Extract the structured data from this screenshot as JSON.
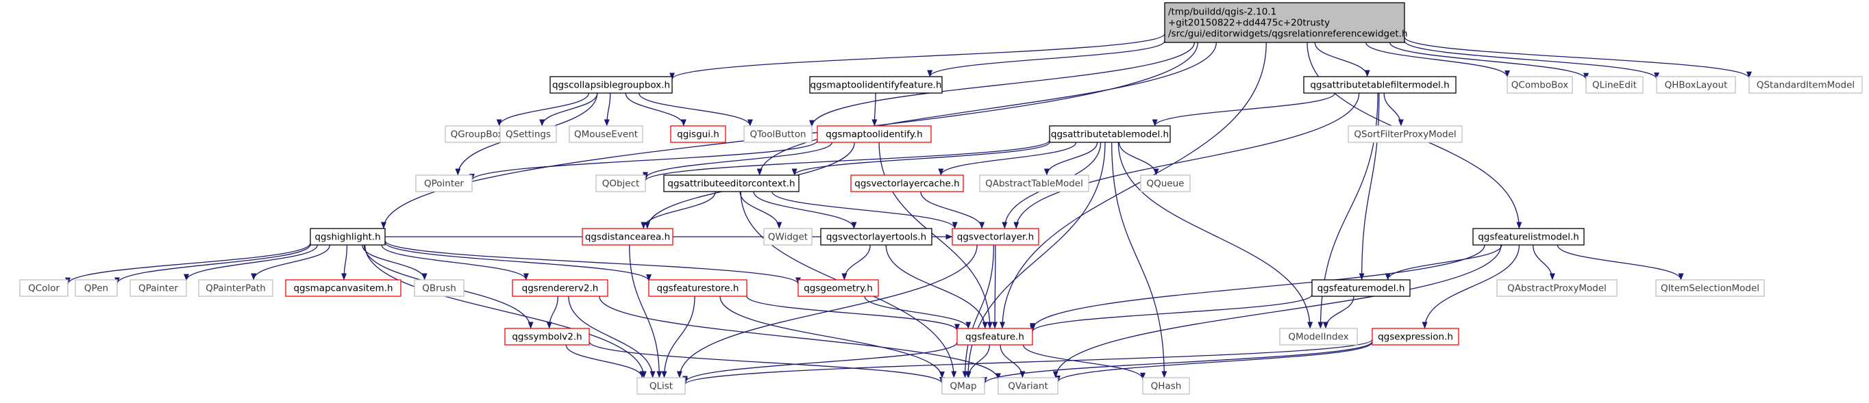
{
  "colors": {
    "edge": "#191970",
    "focus_fill": "#bfbfbf",
    "focus_border": "#000000",
    "normal_border": "#000000",
    "truncated_border": "#ff0000",
    "external_border": "#bfbfbf",
    "text": "#000000",
    "external_text": "#404040"
  },
  "nodes": [
    {
      "id": "root",
      "style": "focus",
      "lines": [
        "/tmp/buildd/qgis-2.10.1",
        "+git20150822+dd4475c+20trusty",
        "/src/gui/editorwidgets/qgsrelationreferencewidget.h"
      ]
    },
    {
      "id": "collapsible",
      "style": "normal",
      "lines": [
        "qgscollapsiblegroupbox.h"
      ]
    },
    {
      "id": "identifyfeature",
      "style": "normal",
      "lines": [
        "qgsmaptoolidentifyfeature.h"
      ]
    },
    {
      "id": "filtermodel",
      "style": "normal",
      "lines": [
        "qgsattributetablefiltermodel.h"
      ]
    },
    {
      "id": "combobox",
      "style": "external",
      "lines": [
        "QComboBox"
      ]
    },
    {
      "id": "lineedit",
      "style": "external",
      "lines": [
        "QLineEdit"
      ]
    },
    {
      "id": "hboxlayout",
      "style": "external",
      "lines": [
        "QHBoxLayout"
      ]
    },
    {
      "id": "standarditemmodel",
      "style": "external",
      "lines": [
        "QStandardItemModel"
      ]
    },
    {
      "id": "groupbox",
      "style": "external",
      "lines": [
        "QGroupBox"
      ]
    },
    {
      "id": "settings",
      "style": "external",
      "lines": [
        "QSettings"
      ]
    },
    {
      "id": "mouseevent",
      "style": "external",
      "lines": [
        "QMouseEvent"
      ]
    },
    {
      "id": "qgisgui",
      "style": "truncated",
      "lines": [
        "qgisgui.h"
      ]
    },
    {
      "id": "toolbutton",
      "style": "external",
      "lines": [
        "QToolButton"
      ]
    },
    {
      "id": "maptoolidentify",
      "style": "truncated",
      "lines": [
        "qgsmaptoolidentify.h"
      ]
    },
    {
      "id": "attrtablemodel",
      "style": "normal",
      "lines": [
        "qgsattributetablemodel.h"
      ]
    },
    {
      "id": "sortfilter",
      "style": "external",
      "lines": [
        "QSortFilterProxyModel"
      ]
    },
    {
      "id": "pointer",
      "style": "external",
      "lines": [
        "QPointer"
      ]
    },
    {
      "id": "object",
      "style": "external",
      "lines": [
        "QObject"
      ]
    },
    {
      "id": "editorcontext",
      "style": "normal",
      "lines": [
        "qgsattributeeditorcontext.h"
      ]
    },
    {
      "id": "vlcache",
      "style": "truncated",
      "lines": [
        "qgsvectorlayercache.h"
      ]
    },
    {
      "id": "abstracttablemodel",
      "style": "external",
      "lines": [
        "QAbstractTableModel"
      ]
    },
    {
      "id": "queue",
      "style": "external",
      "lines": [
        "QQueue"
      ]
    },
    {
      "id": "highlight",
      "style": "normal",
      "lines": [
        "qgshighlight.h"
      ]
    },
    {
      "id": "distancearea",
      "style": "truncated",
      "lines": [
        "qgsdistancearea.h"
      ]
    },
    {
      "id": "widget",
      "style": "external",
      "lines": [
        "QWidget"
      ]
    },
    {
      "id": "vltools",
      "style": "normal",
      "lines": [
        "qgsvectorlayertools.h"
      ]
    },
    {
      "id": "vectorlayer",
      "style": "truncated",
      "lines": [
        "qgsvectorlayer.h"
      ]
    },
    {
      "id": "featurelistmodel",
      "style": "normal",
      "lines": [
        "qgsfeaturelistmodel.h"
      ]
    },
    {
      "id": "color",
      "style": "external",
      "lines": [
        "QColor"
      ]
    },
    {
      "id": "pen",
      "style": "external",
      "lines": [
        "QPen"
      ]
    },
    {
      "id": "painter",
      "style": "external",
      "lines": [
        "QPainter"
      ]
    },
    {
      "id": "painterpath",
      "style": "external",
      "lines": [
        "QPainterPath"
      ]
    },
    {
      "id": "canvasitem",
      "style": "truncated",
      "lines": [
        "qgsmapcanvasitem.h"
      ]
    },
    {
      "id": "brush",
      "style": "external",
      "lines": [
        "QBrush"
      ]
    },
    {
      "id": "rendererv2",
      "style": "truncated",
      "lines": [
        "qgsrendererv2.h"
      ]
    },
    {
      "id": "featurestore",
      "style": "truncated",
      "lines": [
        "qgsfeaturestore.h"
      ]
    },
    {
      "id": "geometry",
      "style": "truncated",
      "lines": [
        "qgsgeometry.h"
      ]
    },
    {
      "id": "abstractproxy",
      "style": "external",
      "lines": [
        "QAbstractProxyModel"
      ]
    },
    {
      "id": "featuremodel",
      "style": "normal",
      "lines": [
        "qgsfeaturemodel.h"
      ]
    },
    {
      "id": "itemselection",
      "style": "external",
      "lines": [
        "QItemSelectionModel"
      ]
    },
    {
      "id": "symbolv2",
      "style": "truncated",
      "lines": [
        "qgssymbolv2.h"
      ]
    },
    {
      "id": "feature",
      "style": "truncated",
      "lines": [
        "qgsfeature.h"
      ]
    },
    {
      "id": "modelindex",
      "style": "external",
      "lines": [
        "QModelIndex"
      ]
    },
    {
      "id": "expression",
      "style": "truncated",
      "lines": [
        "qgsexpression.h"
      ]
    },
    {
      "id": "list",
      "style": "external",
      "lines": [
        "QList"
      ]
    },
    {
      "id": "map",
      "style": "external",
      "lines": [
        "QMap"
      ]
    },
    {
      "id": "variant",
      "style": "external",
      "lines": [
        "QVariant"
      ]
    },
    {
      "id": "hash",
      "style": "external",
      "lines": [
        "QHash"
      ]
    }
  ],
  "edges": [
    [
      "root",
      "collapsible"
    ],
    [
      "root",
      "identifyfeature"
    ],
    [
      "root",
      "filtermodel"
    ],
    [
      "root",
      "combobox"
    ],
    [
      "root",
      "lineedit"
    ],
    [
      "root",
      "hboxlayout"
    ],
    [
      "root",
      "standarditemmodel"
    ],
    [
      "root",
      "toolbutton"
    ],
    [
      "root",
      "highlight"
    ],
    [
      "root",
      "editorcontext"
    ],
    [
      "root",
      "featurelistmodel"
    ],
    [
      "root",
      "feature"
    ],
    [
      "collapsible",
      "groupbox"
    ],
    [
      "collapsible",
      "settings"
    ],
    [
      "collapsible",
      "mouseevent"
    ],
    [
      "collapsible",
      "qgisgui"
    ],
    [
      "collapsible",
      "toolbutton"
    ],
    [
      "collapsible",
      "pointer"
    ],
    [
      "identifyfeature",
      "maptoolidentify"
    ],
    [
      "maptoolidentify",
      "pointer"
    ],
    [
      "maptoolidentify",
      "object"
    ],
    [
      "maptoolidentify",
      "distancearea"
    ],
    [
      "maptoolidentify",
      "feature"
    ],
    [
      "filtermodel",
      "attrtablemodel"
    ],
    [
      "filtermodel",
      "sortfilter"
    ],
    [
      "filtermodel",
      "vectorlayer"
    ],
    [
      "filtermodel",
      "featuremodel"
    ],
    [
      "filtermodel",
      "modelindex"
    ],
    [
      "attrtablemodel",
      "object"
    ],
    [
      "attrtablemodel",
      "editorcontext"
    ],
    [
      "attrtablemodel",
      "vlcache"
    ],
    [
      "attrtablemodel",
      "abstracttablemodel"
    ],
    [
      "attrtablemodel",
      "queue"
    ],
    [
      "attrtablemodel",
      "vectorlayer"
    ],
    [
      "attrtablemodel",
      "map"
    ],
    [
      "attrtablemodel",
      "hash"
    ],
    [
      "attrtablemodel",
      "modelindex"
    ],
    [
      "editorcontext",
      "distancearea"
    ],
    [
      "editorcontext",
      "widget"
    ],
    [
      "editorcontext",
      "vltools"
    ],
    [
      "editorcontext",
      "vectorlayer"
    ],
    [
      "editorcontext",
      "map"
    ],
    [
      "vlcache",
      "vectorlayer"
    ],
    [
      "vltools",
      "geometry"
    ],
    [
      "vltools",
      "feature"
    ],
    [
      "vectorlayer",
      "feature"
    ],
    [
      "vectorlayer",
      "list"
    ],
    [
      "vectorlayer",
      "map"
    ],
    [
      "distancearea",
      "list"
    ],
    [
      "highlight",
      "color"
    ],
    [
      "highlight",
      "pen"
    ],
    [
      "highlight",
      "painter"
    ],
    [
      "highlight",
      "painterpath"
    ],
    [
      "highlight",
      "canvasitem"
    ],
    [
      "highlight",
      "brush"
    ],
    [
      "highlight",
      "rendererv2"
    ],
    [
      "highlight",
      "featurestore"
    ],
    [
      "highlight",
      "geometry"
    ],
    [
      "highlight",
      "symbolv2"
    ],
    [
      "highlight",
      "list"
    ],
    [
      "highlight",
      "vectorlayer"
    ],
    [
      "rendererv2",
      "symbolv2"
    ],
    [
      "rendererv2",
      "list"
    ],
    [
      "rendererv2",
      "variant"
    ],
    [
      "featurestore",
      "feature"
    ],
    [
      "featurestore",
      "list"
    ],
    [
      "featurestore",
      "map"
    ],
    [
      "geometry",
      "feature"
    ],
    [
      "symbolv2",
      "list"
    ],
    [
      "symbolv2",
      "map"
    ],
    [
      "feature",
      "list"
    ],
    [
      "feature",
      "map"
    ],
    [
      "feature",
      "variant"
    ],
    [
      "feature",
      "hash"
    ],
    [
      "featurelistmodel",
      "featuremodel"
    ],
    [
      "featurelistmodel",
      "feature"
    ],
    [
      "featurelistmodel",
      "abstractproxy"
    ],
    [
      "featurelistmodel",
      "itemselection"
    ],
    [
      "featurelistmodel",
      "expression"
    ],
    [
      "featurelistmodel",
      "variant"
    ],
    [
      "featuremodel",
      "feature"
    ],
    [
      "featuremodel",
      "modelindex"
    ],
    [
      "expression",
      "list"
    ],
    [
      "expression",
      "map"
    ],
    [
      "expression",
      "variant"
    ]
  ]
}
